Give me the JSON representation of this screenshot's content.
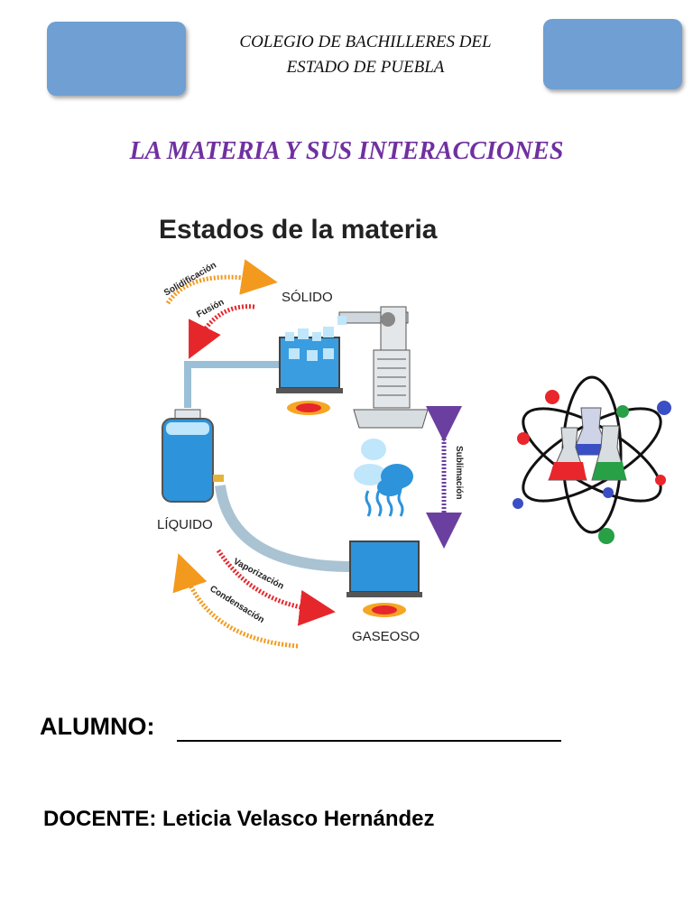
{
  "header": {
    "school_line1": "COLEGIO DE BACHILLERES DEL",
    "school_line2": "ESTADO DE PUEBLA",
    "box_color": "#6f9fd3"
  },
  "title": "LA MATERIA Y SUS INTERACCIONES",
  "title_color": "#7030a0",
  "diagram": {
    "heading": "Estados de la materia",
    "states": {
      "solid": "SÓLIDO",
      "liquid": "LÍQUIDO",
      "gas": "GASEOSO"
    },
    "processes": {
      "solidification": "Solidificación",
      "fusion": "Fusión",
      "sublimation": "Sublimación",
      "vaporization": "Vaporización",
      "condensation": "Condensación"
    },
    "icons": [
      "water-tank-icon",
      "ice-beaker-icon",
      "gas-beaker-icon",
      "burner-flame-icon",
      "cloud-icon",
      "ice-crusher-icon"
    ]
  },
  "atom_illustration": {
    "icon": "atom-flasks-icon",
    "flask_colors": [
      "#e8262b",
      "#3a4fc4",
      "#27a046"
    ]
  },
  "fields": {
    "alumno_label": "ALUMNO:",
    "docente_label": "DOCENTE:",
    "docente_name": "Leticia Velasco Hernández"
  }
}
